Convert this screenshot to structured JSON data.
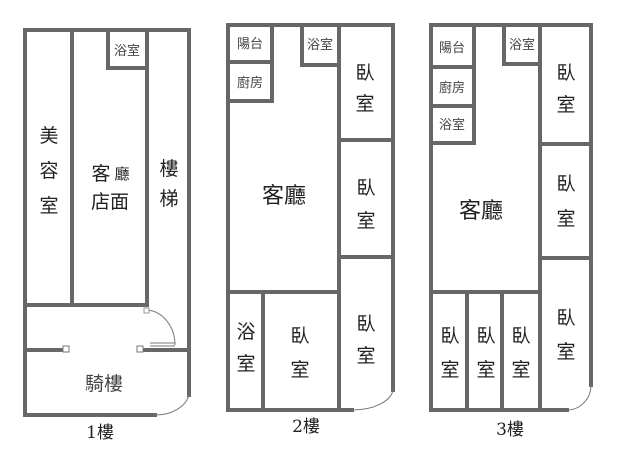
{
  "floors": [
    {
      "caption": "1樓",
      "rooms": {
        "beauty_room": [
          "美",
          "容",
          "室"
        ],
        "living_store": {
          "line1a": "客",
          "line1b": "廳",
          "line2": "店面"
        },
        "bath": "浴室",
        "stairs": [
          "樓",
          "梯"
        ],
        "arcade": "騎樓"
      }
    },
    {
      "caption": "2樓",
      "rooms": {
        "balcony": "陽台",
        "kitchen": "廚房",
        "bath_top": "浴室",
        "living": "客廳",
        "bedroom": [
          "臥",
          "室"
        ],
        "bath_bottom": [
          "浴",
          "室"
        ]
      }
    },
    {
      "caption": "3樓",
      "rooms": {
        "balcony": "陽台",
        "kitchen": "廚房",
        "bath_small": "浴室",
        "bath_top": "浴室",
        "living": "客廳",
        "bedroom": [
          "臥",
          "室"
        ]
      }
    }
  ]
}
